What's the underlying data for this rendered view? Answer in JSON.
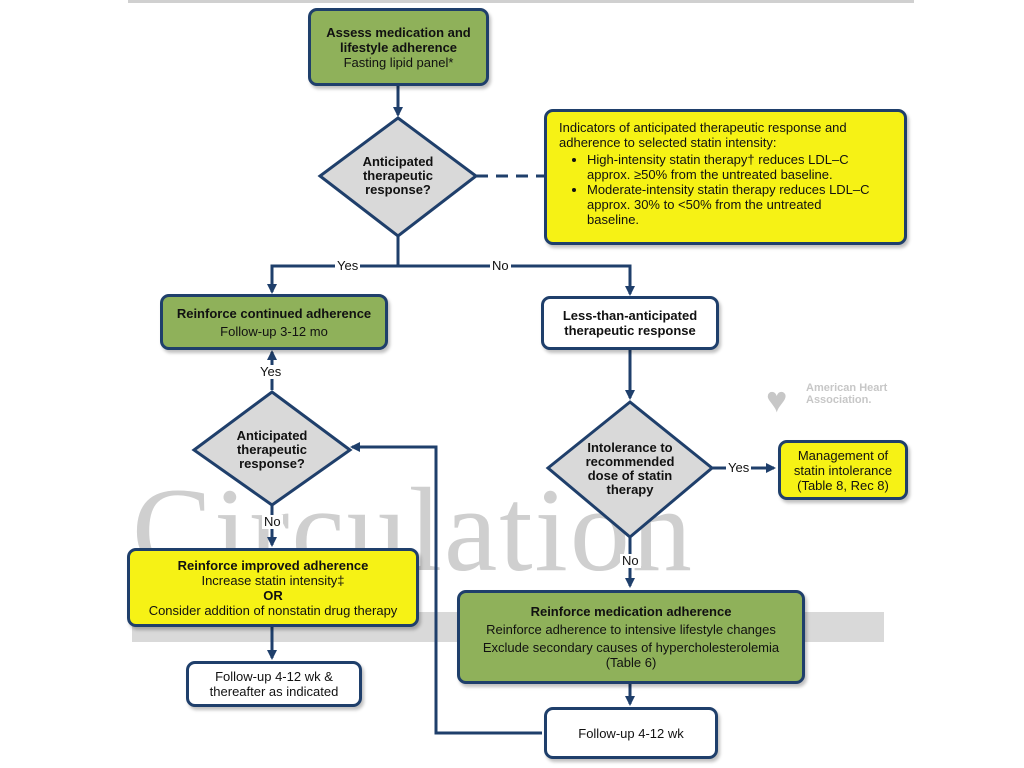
{
  "watermark": {
    "text": "Circulation",
    "logo_text": "American Heart Association."
  },
  "nodes": {
    "assess": {
      "line1": "Assess medication and",
      "line2": "lifestyle adherence",
      "line3": "Fasting lipid panel*"
    },
    "decision1": {
      "line1": "Anticipated",
      "line2": "therapeutic",
      "line3": "response?"
    },
    "indicators": {
      "header1": "Indicators of anticipated therapeutic response and",
      "header2": "adherence to selected statin intensity:",
      "bullets": [
        {
          "line1": "High-intensity statin therapy† reduces LDL–C",
          "line2": "approx. ≥50% from the untreated baseline."
        },
        {
          "line1": "Moderate-intensity statin therapy reduces LDL–C",
          "line2": "approx. 30% to <50% from the untreated",
          "line3": "baseline."
        }
      ]
    },
    "reinforce_continued": {
      "title": "Reinforce continued adherence",
      "sub": "Follow-up 3-12 mo"
    },
    "less_than": {
      "line1": "Less-than-anticipated",
      "line2": "therapeutic response"
    },
    "decision2": {
      "line1": "Anticipated",
      "line2": "therapeutic",
      "line3": "response?"
    },
    "decision3": {
      "line1": "Intolerance to",
      "line2": "recommended",
      "line3": "dose of statin",
      "line4": "therapy"
    },
    "management": {
      "line1": "Management of",
      "line2": "statin intolerance",
      "line3": "(Table 8, Rec 8)"
    },
    "reinforce_improved": {
      "title": "Reinforce improved adherence",
      "line1": "Increase statin intensity‡",
      "or": "OR",
      "line2": "Consider addition of nonstatin drug therapy"
    },
    "reinforce_medication": {
      "title": "Reinforce medication adherence",
      "line1": "Reinforce adherence to intensive lifestyle changes",
      "line2": "Exclude secondary causes of hypercholesterolemia",
      "line3": "(Table 6)"
    },
    "followup_left": {
      "line1": "Follow-up 4-12 wk &",
      "line2": "thereafter as indicated"
    },
    "followup_right": {
      "line1": "Follow-up 4-12 wk"
    }
  },
  "edge_labels": {
    "yes_top": "Yes",
    "no_top": "No",
    "yes_left": "Yes",
    "no_left": "No",
    "yes_right": "Yes",
    "no_right": "No"
  },
  "colors": {
    "green": "#8fb15a",
    "yellow": "#f6f215",
    "border": "#1f3f6b",
    "diamond": "#d9d9d9"
  }
}
